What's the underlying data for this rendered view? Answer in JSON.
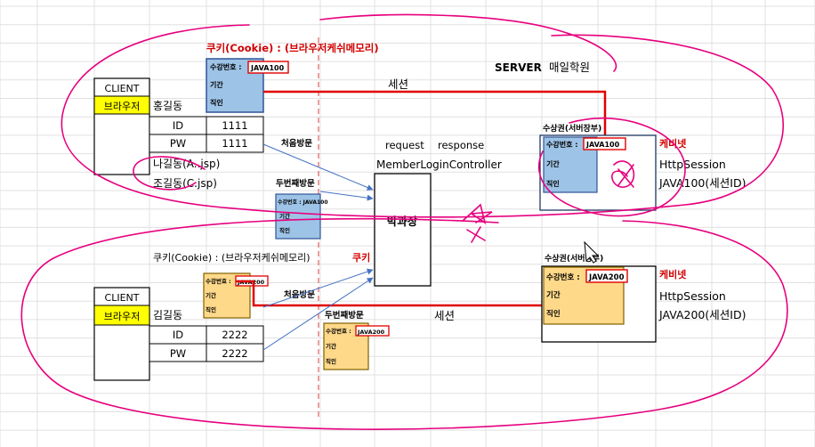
{
  "colors": {
    "grid": "#e0e0e0",
    "annotation_pink": "#e6007e",
    "session_red": "#e00000",
    "arrow_blue": "#4472c4",
    "card_blue": "#9dc3e6",
    "card_orange": "#ffd98a",
    "client_yellow": "#ffff00",
    "dashed_red": "#e06060"
  },
  "server": {
    "label": "SERVER",
    "name": "매일학원"
  },
  "top": {
    "cookie_title": "쿠키(Cookie) : (브라우저케쉬메모리)",
    "card": {
      "field1": "수강번호 :",
      "value": "JAVA100",
      "field2": "기간",
      "field3": "직인"
    },
    "client": {
      "header": "CLIENT",
      "browser": "브라우저",
      "user": "홍길동",
      "id_label": "ID",
      "id_value": "1111",
      "pw_label": "PW",
      "pw_value": "1111"
    },
    "extra1": "나길동(A..jsp)",
    "extra2": "조길동(C.jsp)",
    "first_visit": "처음방문",
    "second_visit": "두번째방문",
    "second_card": {
      "field1": "수강번호 : JAVA100",
      "field2": "기간",
      "field3": "직인"
    },
    "session_label": "세션",
    "server_box": {
      "title": "수상권(서버장부)",
      "field1": "수강번호 :",
      "value": "JAVA100",
      "field2": "기간",
      "field3": "직인"
    },
    "side1": "케비넷",
    "side2": "HttpSession",
    "side3": "JAVA100(세션ID)"
  },
  "middle": {
    "request": "request",
    "response": "response",
    "controller": "MemberLoginController",
    "box_label": "박과장",
    "cookie_red": "쿠키"
  },
  "bottom": {
    "cookie_title": "쿠키(Cookie) : (브라우저케쉬메모리)",
    "card": {
      "field1": "수강번호 :",
      "value": "JAVA200",
      "field2": "기간",
      "field3": "직인"
    },
    "client": {
      "header": "CLIENT",
      "browser": "브라우저",
      "user": "김길동",
      "id_label": "ID",
      "id_value": "2222",
      "pw_label": "PW",
      "pw_value": "2222"
    },
    "first_visit": "처음방문",
    "second_visit": "두번째방문",
    "second_card": {
      "field1": "수강번호 :",
      "value": "JAVA200",
      "field2": "기간",
      "field3": "직인"
    },
    "session_label": "세션",
    "server_box": {
      "title": "수상권(서버장부)",
      "field1": "수강번호 :",
      "value": "JAVA200",
      "field2": "기간",
      "field3": "직인"
    },
    "side1": "케비넷",
    "side2": "HttpSession",
    "side3": "JAVA200(세션ID)"
  }
}
